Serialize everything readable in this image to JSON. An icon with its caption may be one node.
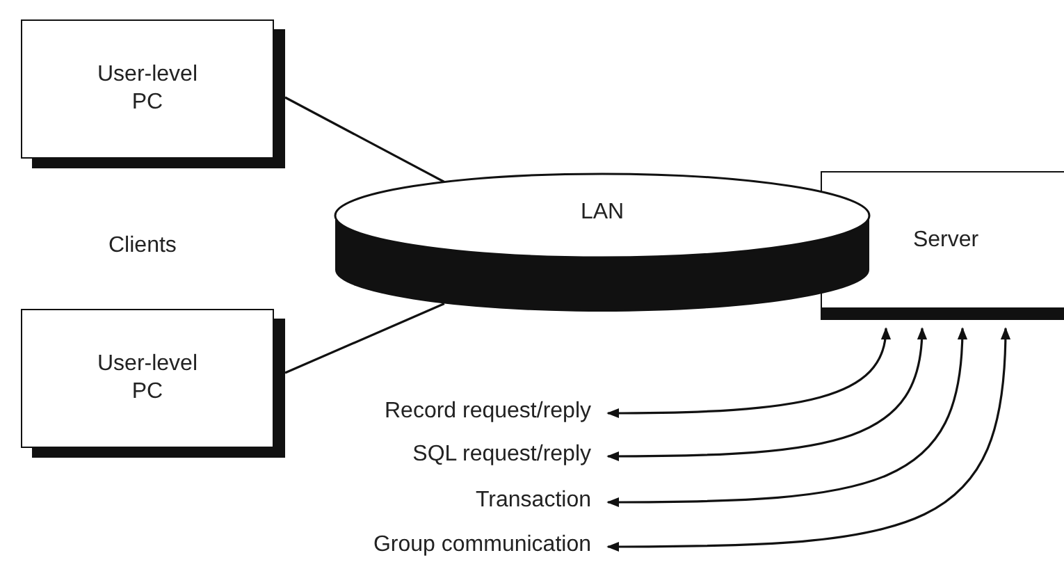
{
  "diagram": {
    "nodes": [
      {
        "text": [
          "User-level PC"
        ]
      },
      {
        "text": [
          "User-level PC"
        ]
      },
      {
        "text": [
          "LAN"
        ]
      },
      {
        "text": [
          "Server"
        ]
      },
      {
        "text": [
          "Record request/reply"
        ]
      },
      {
        "text": [
          "SQL request/reply"
        ]
      },
      {
        "text": [
          "Transaction"
        ]
      },
      {
        "text": [
          "Group communication"
        ]
      }
    ],
    "edges": [
      {
        "from": 0,
        "to": 2,
        "arrow": "none"
      },
      {
        "from": 1,
        "to": 2,
        "arrow": "none"
      },
      {
        "from": 4,
        "to": 3,
        "arrow": "both"
      },
      {
        "from": 5,
        "to": 3,
        "arrow": "both"
      },
      {
        "from": 6,
        "to": 3,
        "arrow": "both"
      },
      {
        "from": 7,
        "to": 3,
        "arrow": "both"
      }
    ],
    "labels": [
      "Clients"
    ]
  }
}
